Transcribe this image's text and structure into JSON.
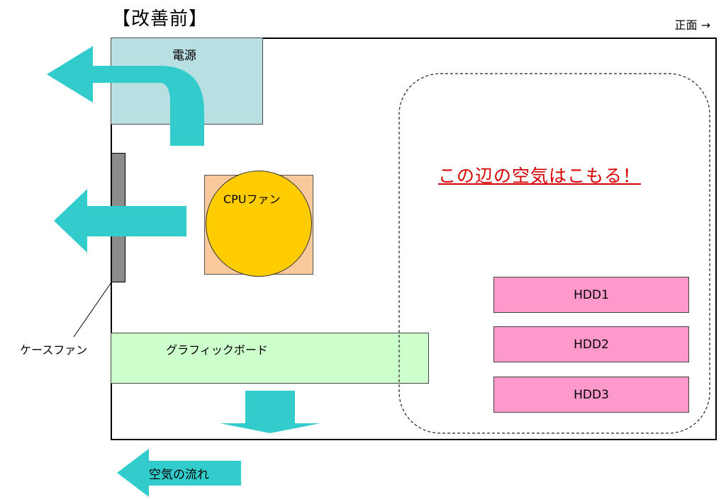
{
  "title": "【改善前】",
  "front_label": "正面 →",
  "components": {
    "power_supply": "電源",
    "cpu_fan": "CPUファン",
    "case_fan": "ケースファン",
    "graphics_board": "グラフィックボード",
    "hdds": [
      "HDD1",
      "HDD2",
      "HDD3"
    ]
  },
  "warning_text": "この辺の空気はこもる！",
  "legend": {
    "airflow_label": "空気の流れ",
    "airflow_color": "#33cccc"
  },
  "colors": {
    "power_supply": "#b8dfe2",
    "cpu_fan": "#ffcc00",
    "cpu_base": "#f9c99b",
    "case_fan": "#8c8c8c",
    "graphics_board": "#ccffcc",
    "hdd": "#ff99cc",
    "warning": "#d60000"
  }
}
